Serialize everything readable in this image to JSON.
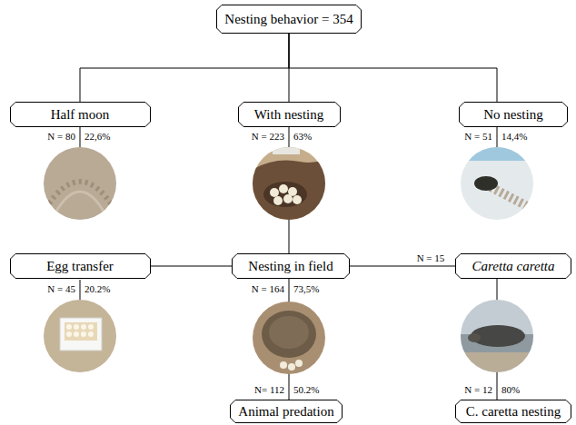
{
  "diagram": {
    "nodes": [
      {
        "text": [
          "Nesting behavior = 354"
        ]
      },
      {
        "text": [
          "Half moon"
        ]
      },
      {
        "text": [
          "With nesting"
        ]
      },
      {
        "text": [
          "No nesting"
        ]
      },
      {
        "text": [
          "Egg transfer"
        ]
      },
      {
        "text": [
          "Nesting in field"
        ]
      },
      {
        "text": [
          "Caretta caretta"
        ]
      },
      {
        "text": [
          "Animal predation"
        ]
      },
      {
        "text": [
          "C. caretta nesting"
        ]
      }
    ],
    "edges": [
      {
        "from": 0,
        "to": 1,
        "arrow": "none"
      },
      {
        "from": 0,
        "to": 2,
        "arrow": "none"
      },
      {
        "from": 0,
        "to": 3,
        "arrow": "none"
      },
      {
        "from": 2,
        "to": 5,
        "arrow": "none"
      },
      {
        "from": 5,
        "to": 4,
        "arrow": "none"
      },
      {
        "from": 5,
        "to": 6,
        "label": "N = 15",
        "arrow": "none"
      },
      {
        "from": 5,
        "to": 7,
        "arrow": "none"
      },
      {
        "from": 6,
        "to": 8,
        "arrow": "none"
      }
    ],
    "labels": [
      "N = 80",
      "22,6%",
      "N = 223",
      "63%",
      "N = 51",
      "14,4%",
      "N = 45",
      "20.2%",
      "N = 164",
      "73,5%",
      "N= 112",
      "50.2%",
      "N = 12",
      "80%"
    ]
  }
}
